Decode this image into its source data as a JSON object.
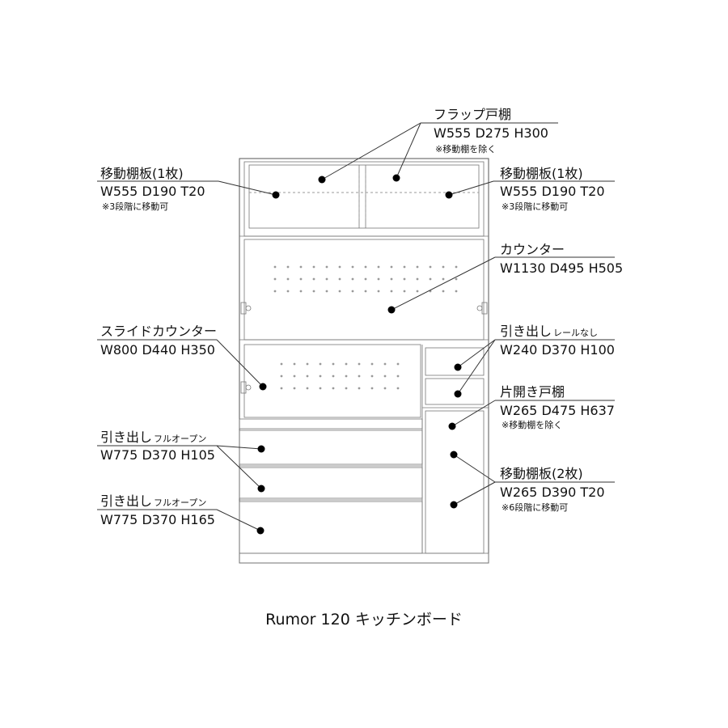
{
  "title": "Rumor 120 キッチンボード",
  "labels": {
    "flap": {
      "name": "フラップ戸棚",
      "dims": "W555 D275 H300",
      "note": "※移動棚を除く"
    },
    "shelf_left": {
      "name": "移動棚板(1枚)",
      "dims": "W555 D190 T20",
      "note": "※3段階に移動可"
    },
    "shelf_right": {
      "name": "移動棚板(1枚)",
      "dims": "W555 D190 T20",
      "note": "※3段階に移動可"
    },
    "counter": {
      "name": "カウンター",
      "dims": "W1130 D495 H505"
    },
    "slide_counter": {
      "name": "スライドカウンター",
      "dims": "W800 D440 H350"
    },
    "small_drawer": {
      "name": "引き出し",
      "sub": "レールなし",
      "dims": "W240 D370 H100"
    },
    "cupboard": {
      "name": "片開き戸棚",
      "dims": "W265 D475 H637",
      "note": "※移動棚を除く"
    },
    "drawer_105": {
      "name": "引き出し",
      "sub": "フルオープン",
      "dims": "W775 D370 H105"
    },
    "shelf_2": {
      "name": "移動棚板(2枚)",
      "dims": "W265 D390 T20",
      "note": "※6段階に移動可"
    },
    "drawer_165": {
      "name": "引き出し",
      "sub": "フルオープン",
      "dims": "W775 D370 H165"
    }
  }
}
